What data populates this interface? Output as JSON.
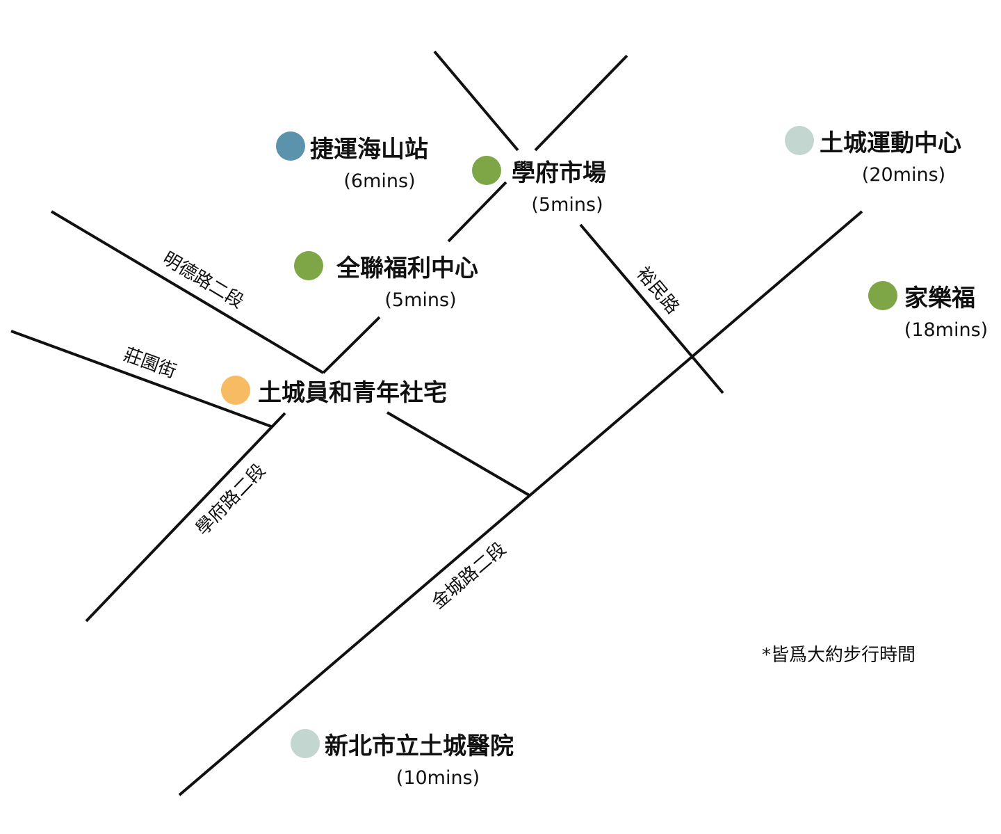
{
  "colors": {
    "road": "#111111",
    "mrt": "#5b93ad",
    "market": "#7ea646",
    "home": "#f6bb63",
    "public": "#c3d6d0"
  },
  "roads": {
    "minde": "明德路二段",
    "zhuangyuan": "莊園街",
    "xuefu": "學府路二段",
    "jincheng": "金城路二段",
    "yumin": "裕民路"
  },
  "pois": {
    "mrt": {
      "name": "捷運海山站",
      "time": "(6mins)"
    },
    "xuefu_market": {
      "name": "學府市場",
      "time": "(5mins)"
    },
    "sports_center": {
      "name": "土城運動中心",
      "time": "(20mins)"
    },
    "pxmart": {
      "name": "全聯福利中心",
      "time": "(5mins)"
    },
    "carrefour": {
      "name": "家樂福",
      "time": "(18mins)"
    },
    "home": {
      "name": "土城員和青年社宅"
    },
    "hospital": {
      "name": "新北市立土城醫院",
      "time": "(10mins)"
    }
  },
  "note": "*皆爲大約步行時間"
}
